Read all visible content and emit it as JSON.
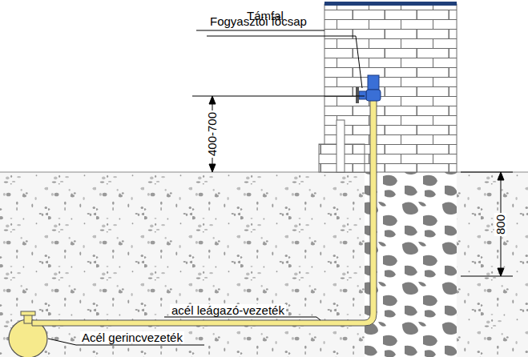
{
  "diagram": {
    "labels": [
      "Támfal",
      "Fogyasztói főcsap",
      "400-700",
      "800",
      "acél leágazó-vezeték",
      "Acél gerincvezeték"
    ]
  }
}
